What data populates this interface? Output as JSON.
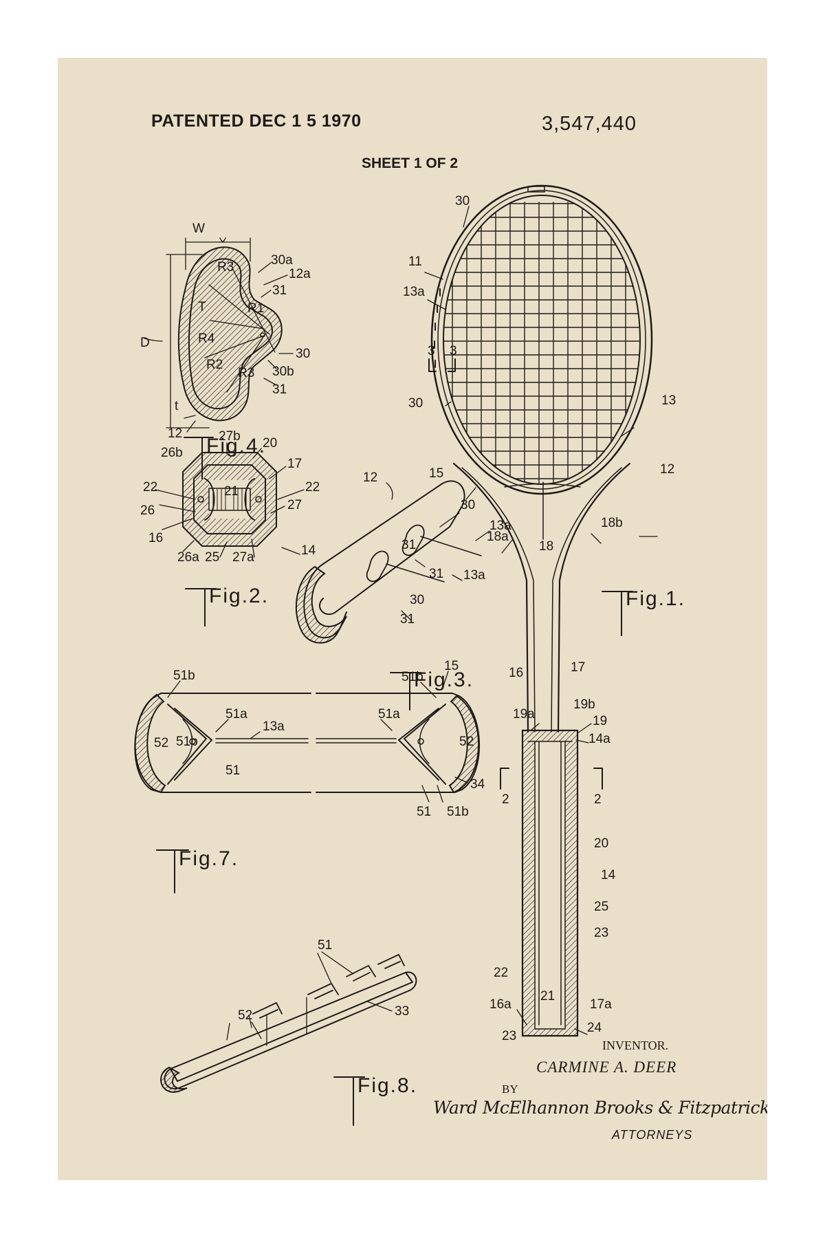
{
  "header": {
    "patented": "PATENTED DEC 1 5 1970",
    "patent_number": "3,547,440",
    "sheet": "SHEET 1 OF 2"
  },
  "figures": {
    "fig1": "Fig.1.",
    "fig2": "Fig.2.",
    "fig3": "Fig.3.",
    "fig4": "Fig.4.",
    "fig7": "Fig.7.",
    "fig8": "Fig.8."
  },
  "labels": {
    "fig4": [
      "W",
      "D",
      "t",
      "12",
      "30a",
      "12a",
      "31",
      "R3",
      "R1",
      "T",
      "R4",
      "R2",
      "30",
      "30b",
      "R3",
      "31"
    ],
    "fig2": [
      "27b",
      "20",
      "26b",
      "17",
      "22",
      "21",
      "22",
      "26",
      "27",
      "16",
      "26a",
      "25",
      "27a",
      "14"
    ],
    "fig3": [
      "12",
      "30",
      "13a",
      "31",
      "31",
      "13a",
      "30",
      "31"
    ],
    "fig1": [
      "30",
      "11",
      "13a",
      "3",
      "3",
      "30",
      "13",
      "15",
      "12",
      "18a",
      "18",
      "18b",
      "16",
      "17",
      "19a",
      "19b",
      "19",
      "14a",
      "2",
      "2",
      "20",
      "14",
      "25",
      "23",
      "22",
      "16a",
      "21",
      "17a",
      "23",
      "24"
    ],
    "fig7": [
      "51b",
      "51a",
      "13a",
      "52",
      "51b",
      "51",
      "51b",
      "15",
      "51a",
      "52",
      "34",
      "51",
      "51b"
    ],
    "fig8": [
      "51",
      "52",
      "33"
    ]
  },
  "footer": {
    "inventor_title": "INVENTOR.",
    "inventor_name": "CARMINE A. DEER",
    "by": "BY",
    "attorney_signature": "Ward McElhannon Brooks & Fitzpatrick",
    "attorneys": "ATTORNEYS"
  },
  "colors": {
    "background": "#eadfc9",
    "ink": "#1e1a16",
    "frame": "#ffffff"
  }
}
